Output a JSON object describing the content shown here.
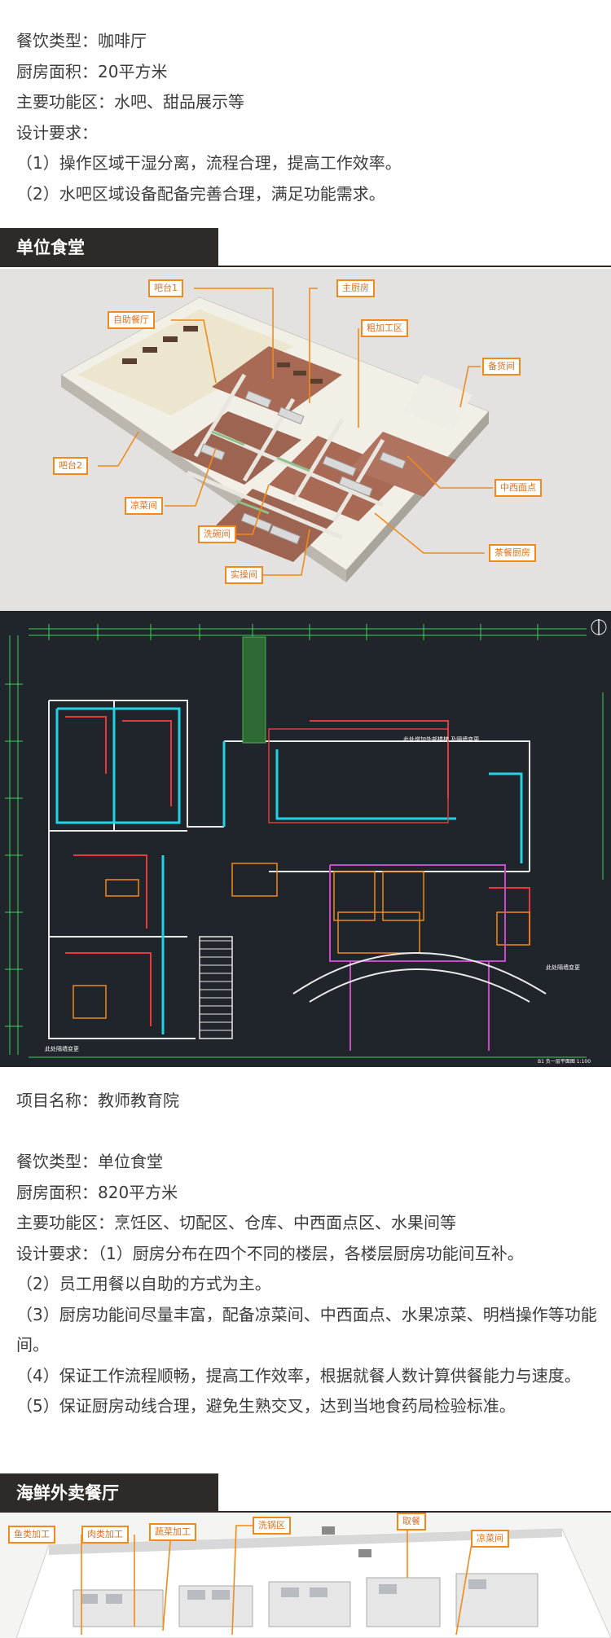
{
  "cafe": {
    "lines": [
      "餐饮类型：咖啡厅",
      "厨房面积：20平方米",
      "主要功能区：水吧、甜品展示等",
      "设计要求：",
      "（1）操作区域干湿分离，流程合理，提高工作效率。",
      "（2）水吧区域设备配备完善合理，满足功能需求。"
    ]
  },
  "canteen": {
    "banner": "单位食堂",
    "callouts": [
      "吧台1",
      "自助餐厅",
      "主厨房",
      "粗加工区",
      "备货间",
      "吧台2",
      "凉菜间",
      "洗碗间",
      "中西面点",
      "茶餐厨房",
      "实操间"
    ],
    "plan_notes": [
      "此处增加外部楼梯\n及隔墙变更",
      "此处隔墙变更",
      "此处隔墙变更",
      "B1 负一层平面图 1:100"
    ],
    "project": "项目名称：教师教育院",
    "lines": [
      "餐饮类型：单位食堂",
      "厨房面积：820平方米",
      "主要功能区：烹饪区、切配区、仓库、中西面点区、水果间等",
      "设计要求：（1）厨房分布在四个不同的楼层，各楼层厨房功能间互补。",
      "（2）员工用餐以自助的方式为主。",
      "（3）厨房功能间尽量丰富，配备凉菜间、中西面点、水果凉菜、明档操作等功能间。",
      "（4）保证工作流程顺畅，提高工作效率，根据就餐人数计算供餐能力与速度。",
      "（5）保证厨房动线合理，避免生熟交叉，达到当地食药局检验标准。"
    ]
  },
  "seafood": {
    "banner": "海鲜外卖餐厅",
    "callouts": [
      "鱼类加工",
      "肉类加工",
      "蔬菜加工",
      "洗锅区",
      "取餐",
      "凉菜间"
    ]
  },
  "colors": {
    "accent": "#f08a1a",
    "banner_bg": "#2e2a27",
    "plan_bg": "#20252b"
  }
}
